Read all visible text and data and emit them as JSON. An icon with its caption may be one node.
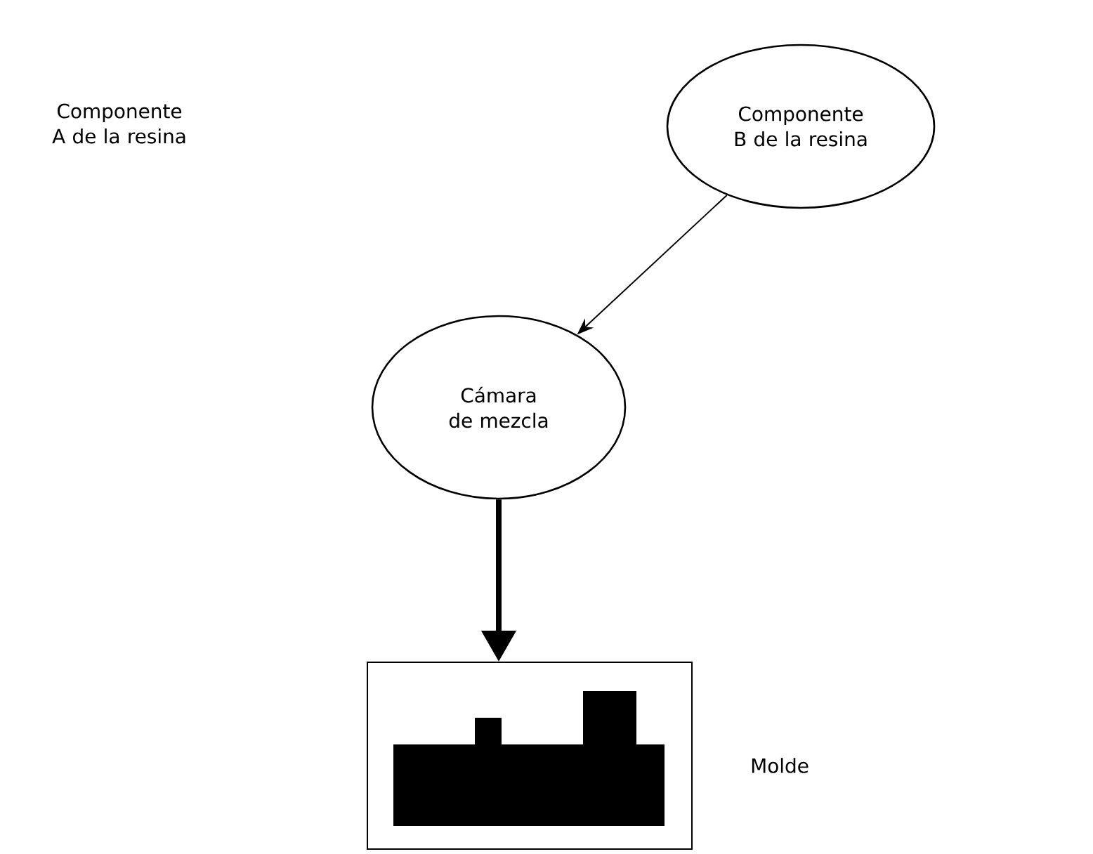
{
  "diagram": {
    "nodes": [
      {
        "text": [
          "Componente B de la resina"
        ]
      },
      {
        "text": [
          "Cámara de mezcla"
        ]
      },
      {
        "text": [],
        "shape": "box",
        "beside": [
          "Molde"
        ]
      }
    ],
    "edges": [
      {
        "from": 0,
        "to": 1,
        "arrow": "to"
      },
      {
        "from": 1,
        "to": 2,
        "arrow": "to",
        "style": "thick"
      }
    ],
    "labels": [
      "Componente A de la resina"
    ]
  }
}
